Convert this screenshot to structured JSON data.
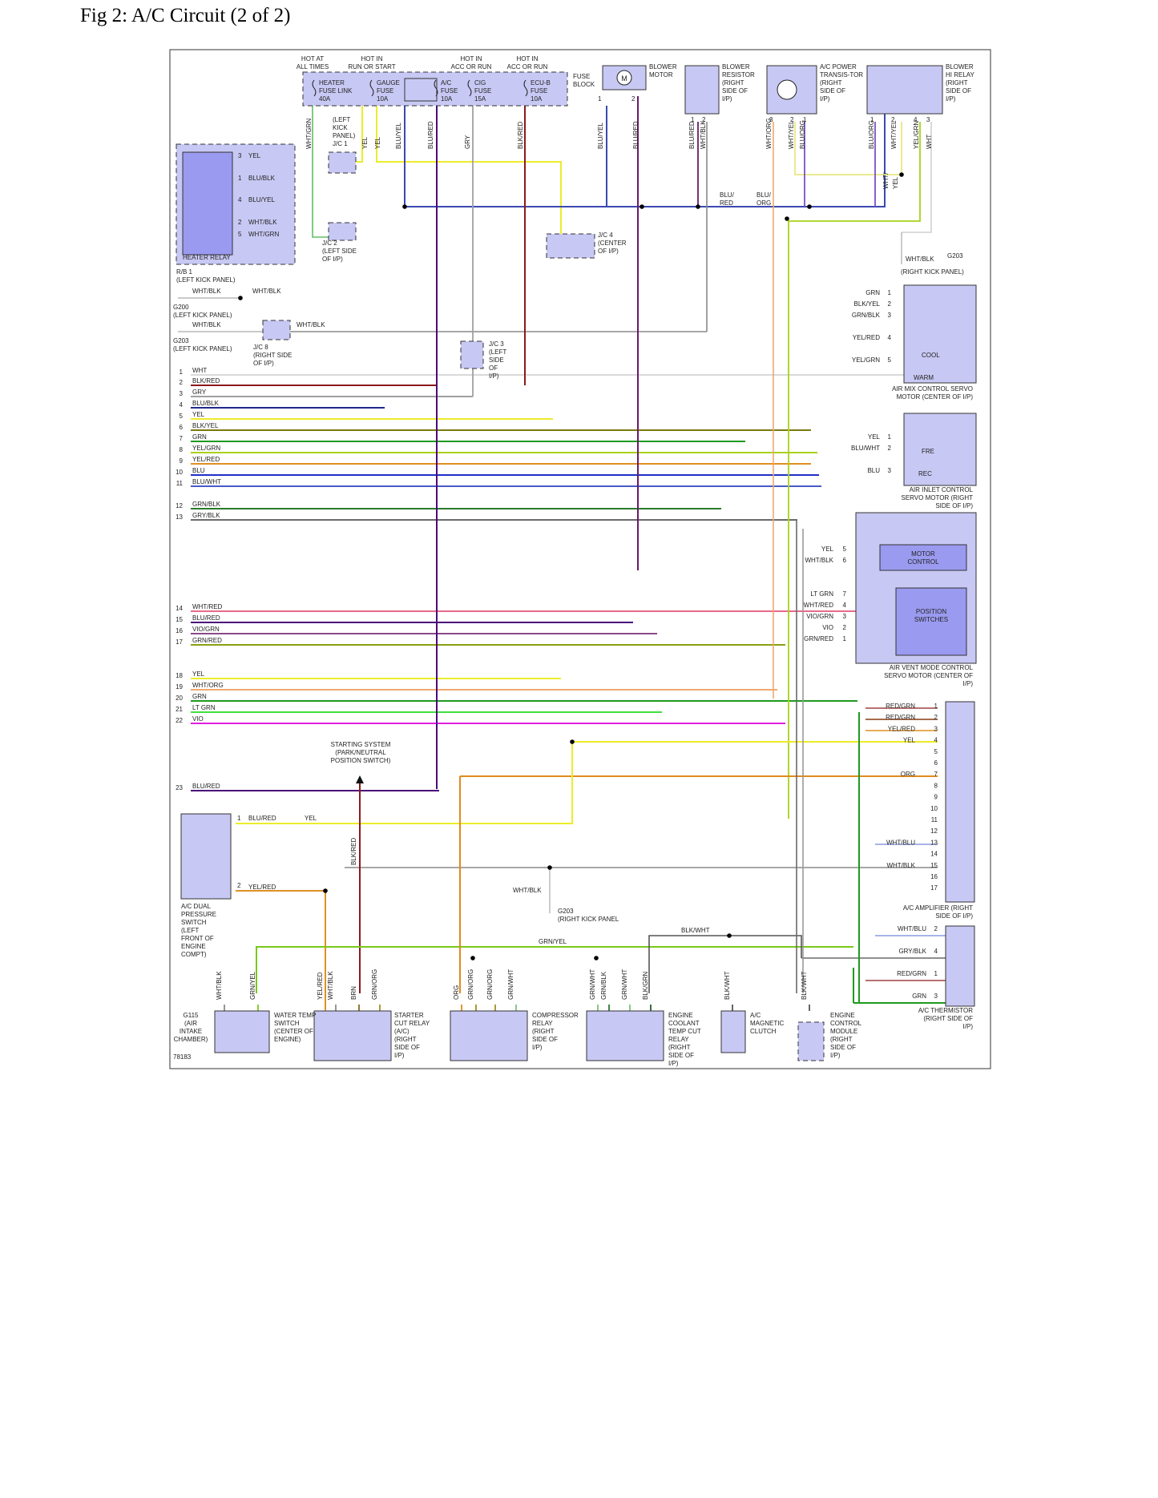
{
  "title": "Fig 2: A/C Circuit (2 of 2)",
  "figure_number": "78183",
  "header_labels": [
    "HOT AT ALL TIMES",
    "HOT IN RUN OR START",
    "HOT IN ACC OR RUN",
    "HOT IN ACC OR RUN"
  ],
  "fuse_block": {
    "label": "FUSE BLOCK",
    "fuses": [
      {
        "name": "HEATER FUSE LINK",
        "rating": "40A"
      },
      {
        "name": "GAUGE FUSE",
        "rating": "10A"
      },
      {
        "name": "A/C FUSE",
        "rating": "10A"
      },
      {
        "name": "CIG FUSE",
        "rating": "15A"
      },
      {
        "name": "ECU-B FUSE",
        "rating": "10A"
      }
    ]
  },
  "components": {
    "blower_motor": "BLOWER MOTOR",
    "blower_resistor": "BLOWER RESISTOR (RIGHT SIDE OF I/P)",
    "power_transistor": "A/C POWER TRANSIS-TOR (RIGHT SIDE OF I/P)",
    "blower_hi_relay": "BLOWER HI RELAY (RIGHT SIDE OF I/P)",
    "heater_relay": "HEATER RELAY",
    "rb1": "R/B 1 (LEFT KICK PANEL)",
    "jc1": "(LEFT KICK PANEL) J/C 1",
    "jc2": "J/C 2 (LEFT SIDE OF I/P)",
    "jc3": "J/C 3 (LEFT SIDE OF I/P)",
    "jc4": "J/C 4 (CENTER OF I/P)",
    "jc8": "J/C 8 (RIGHT SIDE OF I/P)",
    "g200": "G200 (LEFT KICK PANEL)",
    "g203": "G203 (LEFT KICK PANEL)",
    "g203_right": "G203 (RIGHT KICK PANEL)",
    "air_mix": "AIR MIX CONTROL SERVO MOTOR (CENTER OF I/P)",
    "air_inlet": "AIR INLET CONTROL SERVO MOTOR (RIGHT SIDE OF I/P)",
    "air_vent": "AIR VENT MODE CONTROL SERVO MOTOR (CENTER OF I/P)",
    "motor_control": "MOTOR CONTROL",
    "position_switches": "POSITION SWITCHES",
    "amplifier": "A/C AMPLIFIER (RIGHT SIDE OF I/P)",
    "thermistor": "A/C THERMISTOR (RIGHT SIDE OF I/P)",
    "dual_pressure": "A/C DUAL PRESSURE SWITCH (LEFT FRONT OF ENGINE COMPT)",
    "starting_system": "STARTING SYSTEM (PARK/NEUTRAL POSITION SWITCH)",
    "g115": "G115 (AIR INTAKE CHAMBER)",
    "water_temp": "WATER TEMP SWITCH (CENTER OF ENGINE)",
    "starter_cut": "STARTER CUT RELAY (A/C) (RIGHT SIDE OF I/P)",
    "compressor_relay": "COMPRESSOR RELAY (RIGHT SIDE OF I/P)",
    "coolant_relay": "ENGINE COOLANT TEMP CUT RELAY (RIGHT SIDE OF I/P)",
    "magnetic_clutch": "A/C MAGNETIC CLUTCH",
    "ecm": "ENGINE CONTROL MODULE (RIGHT SIDE OF I/P)",
    "cool": "COOL",
    "warm": "WARM",
    "fre": "FRE",
    "rec": "REC"
  },
  "left_wires": [
    {
      "n": "1",
      "c": "WHT",
      "hex": "#d9d9d9"
    },
    {
      "n": "2",
      "c": "BLK/RED",
      "hex": "#8b1a1a"
    },
    {
      "n": "3",
      "c": "GRY",
      "hex": "#a0a0a0"
    },
    {
      "n": "4",
      "c": "BLU/BLK",
      "hex": "#1f2a8a"
    },
    {
      "n": "5",
      "c": "YEL",
      "hex": "#ecec2a"
    },
    {
      "n": "6",
      "c": "BLK/YEL",
      "hex": "#7a7a10"
    },
    {
      "n": "7",
      "c": "GRN",
      "hex": "#1f9a1f"
    },
    {
      "n": "8",
      "c": "YEL/GRN",
      "hex": "#a8d21a"
    },
    {
      "n": "9",
      "c": "YEL/RED",
      "hex": "#e09020"
    },
    {
      "n": "10",
      "c": "BLU",
      "hex": "#2030c8"
    },
    {
      "n": "11",
      "c": "BLU/WHT",
      "hex": "#4a5ac8"
    },
    {
      "n": "12",
      "c": "GRN/BLK",
      "hex": "#2a7a2a"
    },
    {
      "n": "13",
      "c": "GRY/BLK",
      "hex": "#6a6a6a"
    },
    {
      "n": "14",
      "c": "WHT/RED",
      "hex": "#e86a8a"
    },
    {
      "n": "15",
      "c": "BLU/RED",
      "hex": "#4a0a7a"
    },
    {
      "n": "16",
      "c": "VIO/GRN",
      "hex": "#8a4a8a"
    },
    {
      "n": "17",
      "c": "GRN/RED",
      "hex": "#8aa010"
    },
    {
      "n": "18",
      "c": "YEL",
      "hex": "#ecec2a"
    },
    {
      "n": "19",
      "c": "WHT/ORG",
      "hex": "#f0a870"
    },
    {
      "n": "20",
      "c": "GRN",
      "hex": "#1f9a1f"
    },
    {
      "n": "21",
      "c": "LT GRN",
      "hex": "#40e040"
    },
    {
      "n": "22",
      "c": "VIO",
      "hex": "#e020e0"
    },
    {
      "n": "23",
      "c": "BLU/RED",
      "hex": "#4a0a7a"
    }
  ],
  "air_mix_pins": [
    {
      "n": "1",
      "c": "GRN"
    },
    {
      "n": "2",
      "c": "BLK/YEL"
    },
    {
      "n": "3",
      "c": "GRN/BLK"
    },
    {
      "n": "4",
      "c": "YEL/RED"
    },
    {
      "n": "5",
      "c": "YEL/GRN"
    }
  ],
  "air_inlet_pins": [
    {
      "n": "1",
      "c": "YEL"
    },
    {
      "n": "2",
      "c": "BLU/WHT"
    },
    {
      "n": "3",
      "c": "BLU"
    }
  ],
  "air_vent_pins": [
    {
      "n": "5",
      "c": "YEL"
    },
    {
      "n": "6",
      "c": "WHT/BLK"
    },
    {
      "n": "7",
      "c": "LT GRN"
    },
    {
      "n": "4",
      "c": "WHT/RED"
    },
    {
      "n": "3",
      "c": "VIO/GRN"
    },
    {
      "n": "2",
      "c": "VIO"
    },
    {
      "n": "1",
      "c": "GRN/RED"
    }
  ],
  "amplifier_pins": [
    {
      "n": "1",
      "c": "RED/GRN"
    },
    {
      "n": "2",
      "c": "RED/GRN"
    },
    {
      "n": "3",
      "c": "YEL/RED"
    },
    {
      "n": "4",
      "c": "YEL"
    },
    {
      "n": "5",
      "c": ""
    },
    {
      "n": "6",
      "c": ""
    },
    {
      "n": "7",
      "c": "ORG"
    },
    {
      "n": "8",
      "c": ""
    },
    {
      "n": "9",
      "c": ""
    },
    {
      "n": "10",
      "c": ""
    },
    {
      "n": "11",
      "c": ""
    },
    {
      "n": "12",
      "c": ""
    },
    {
      "n": "13",
      "c": "WHT/BLU"
    },
    {
      "n": "14",
      "c": ""
    },
    {
      "n": "15",
      "c": "WHT/BLK"
    },
    {
      "n": "16",
      "c": ""
    },
    {
      "n": "17",
      "c": ""
    }
  ],
  "thermistor_pins": [
    {
      "n": "2",
      "c": "WHT/BLU"
    },
    {
      "n": "4",
      "c": "GRY/BLK"
    },
    {
      "n": "1",
      "c": "RED/GRN"
    },
    {
      "n": "3",
      "c": "GRN"
    }
  ],
  "heater_relay_pins": [
    {
      "n": "3",
      "c": "YEL"
    },
    {
      "n": "1",
      "c": "BLU/BLK"
    },
    {
      "n": "4",
      "c": "BLU/YEL"
    },
    {
      "n": "2",
      "c": "WHT/BLK"
    },
    {
      "n": "5",
      "c": "WHT/GRN"
    }
  ],
  "top_wires": [
    "WHT/GRN",
    "YEL",
    "YEL",
    "BLU/YEL",
    "BLU/RED",
    "GRY",
    "BLK/RED",
    "BLU/YEL",
    "BLU/RED",
    "BLU/RED",
    "WHT/BLK",
    "WHT/ORG",
    "WHT/YEL",
    "BLU/ORG",
    "BLU/ORG",
    "WHT/YEL",
    "YEL/GRN",
    "WHT"
  ],
  "bottom_wires": [
    "WHT/BLK",
    "GRN/YEL",
    "YEL/RED",
    "WHT/BLK",
    "BRN",
    "GRN/ORG",
    "ORG",
    "GRN/ORG",
    "GRN/ORG",
    "GRN/WHT",
    "GRN/WHT",
    "GRN/BLK",
    "GRN/WHT",
    "BLK/GRN",
    "BLK/WHT",
    "BLK/WHT"
  ],
  "misc_labels": {
    "wht_blk": "WHT/BLK",
    "yel": "YEL",
    "blu_red": "BLU/RED",
    "yel_red": "YEL/RED",
    "grn_yel": "GRN/YEL",
    "blk_wht": "BLK/WHT",
    "blu_red_stack": "BLU/ RED",
    "blu_org_stack": "BLU/ ORG",
    "blk_red": "BLK/RED",
    "wht_yel_stack": "WHT/ YEL"
  }
}
